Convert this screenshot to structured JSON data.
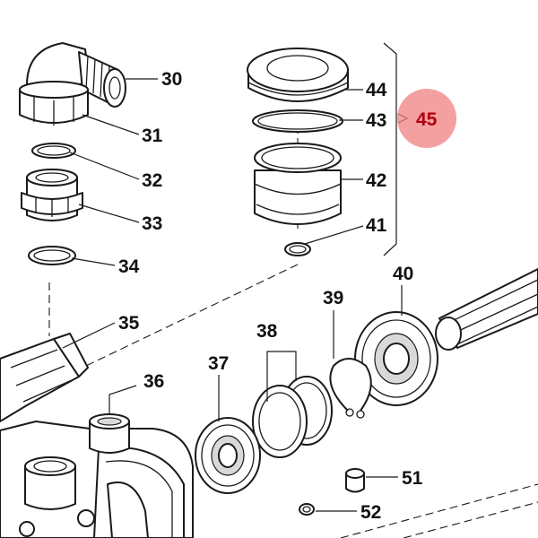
{
  "diagram": {
    "labels": {
      "p30": "30",
      "p31": "31",
      "p32": "32",
      "p33": "33",
      "p34": "34",
      "p35": "35",
      "p36": "36",
      "p37": "37",
      "p38": "38",
      "p39": "39",
      "p40": "40",
      "p41": "41",
      "p42": "42",
      "p43": "43",
      "p44": "44",
      "p45": "45",
      "p51": "51",
      "p52": "52"
    },
    "highlight": {
      "part": "45",
      "fill_color": "#f08080",
      "text_color": "#b00010"
    },
    "line_color": "#1a1a1a"
  }
}
